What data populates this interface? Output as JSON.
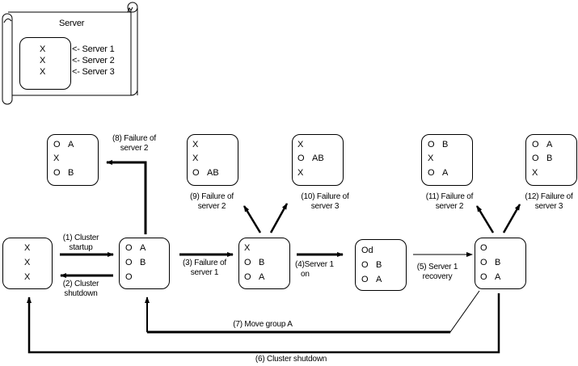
{
  "legend": {
    "title": "Server",
    "rows": [
      {
        "state": "X",
        "label": "<- Server 1"
      },
      {
        "state": "X",
        "label": "<- Server 2"
      },
      {
        "state": "X",
        "label": "<- Server 3"
      }
    ]
  },
  "states": {
    "s0": [
      {
        "state": "X",
        "group": ""
      },
      {
        "state": "X",
        "group": ""
      },
      {
        "state": "X",
        "group": ""
      }
    ],
    "s1": [
      {
        "state": "O",
        "group": "A"
      },
      {
        "state": "O",
        "group": "B"
      },
      {
        "state": "O",
        "group": ""
      }
    ],
    "s3": [
      {
        "state": "X",
        "group": ""
      },
      {
        "state": "O",
        "group": "B"
      },
      {
        "state": "O",
        "group": "A"
      }
    ],
    "s4": [
      {
        "state": "Od",
        "group": ""
      },
      {
        "state": "O",
        "group": "B"
      },
      {
        "state": "O",
        "group": "A"
      }
    ],
    "s5": [
      {
        "state": "O",
        "group": ""
      },
      {
        "state": "O",
        "group": "B"
      },
      {
        "state": "O",
        "group": "A"
      }
    ],
    "s8": [
      {
        "state": "O",
        "group": "A"
      },
      {
        "state": "X",
        "group": ""
      },
      {
        "state": "O",
        "group": "B"
      }
    ],
    "s9": [
      {
        "state": "X",
        "group": ""
      },
      {
        "state": "X",
        "group": ""
      },
      {
        "state": "O",
        "group": "AB"
      }
    ],
    "s10": [
      {
        "state": "X",
        "group": ""
      },
      {
        "state": "O",
        "group": "AB"
      },
      {
        "state": "X",
        "group": ""
      }
    ],
    "s11": [
      {
        "state": "O",
        "group": "B"
      },
      {
        "state": "X",
        "group": ""
      },
      {
        "state": "O",
        "group": "A"
      }
    ],
    "s12": [
      {
        "state": "O",
        "group": "A"
      },
      {
        "state": "O",
        "group": "B"
      },
      {
        "state": "X",
        "group": ""
      }
    ]
  },
  "transitions": {
    "t1": [
      "(1) Cluster",
      "startup"
    ],
    "t2": [
      "(2) Cluster",
      "shutdown"
    ],
    "t3": [
      "(3) Failure of",
      "server 1"
    ],
    "t4": [
      "(4)Server 1",
      "on"
    ],
    "t5": [
      "(5) Server 1",
      "recovery"
    ],
    "t6": [
      "(6) Cluster shutdown"
    ],
    "t7": [
      "(7) Move group A"
    ],
    "t8": [
      "(8) Failure of",
      "server 2"
    ],
    "t9": [
      "(9) Failure of",
      "server 2"
    ],
    "t10": [
      "(10) Failure of",
      "server 3"
    ],
    "t11": [
      "(11) Failure of",
      "server 2"
    ],
    "t12": [
      "(12) Failure of",
      "server 3"
    ]
  }
}
